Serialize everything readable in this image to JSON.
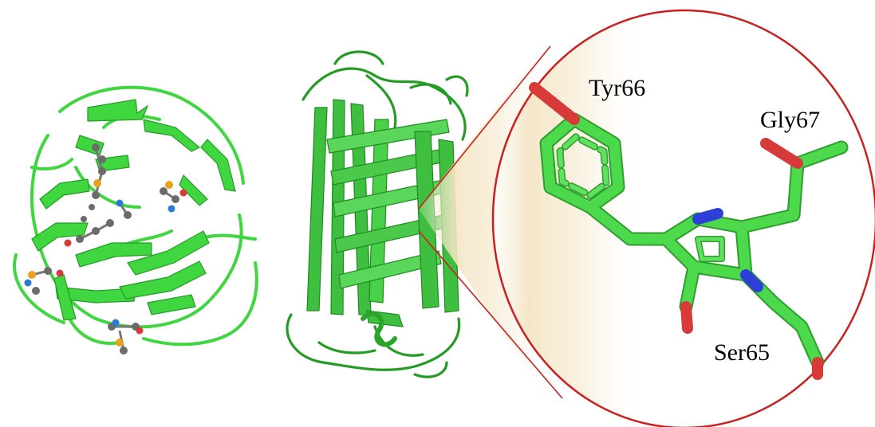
{
  "labels": {
    "tyr": "Tyr66",
    "gly": "Gly67",
    "ser": "Ser65"
  },
  "colors": {
    "ribbon": "#3fd63f",
    "ribbon_dark": "#239c23",
    "carbon": "#4cd94c",
    "carbon_dark": "#2e9e2e",
    "oxygen": "#d83a3a",
    "nitrogen": "#2d3fd8",
    "sulfur": "#e8a21c",
    "ball_carbon": "#6b6b6b",
    "ball_nitrogen": "#2a7bd6",
    "zoom_outline": "#cc1f1f",
    "zoom_cone": "#efdcb4"
  },
  "panels": {
    "left": "top-down barrel view with ball-and-stick residues",
    "middle": "side barrel view",
    "right": "zoomed chromophore stick model"
  }
}
